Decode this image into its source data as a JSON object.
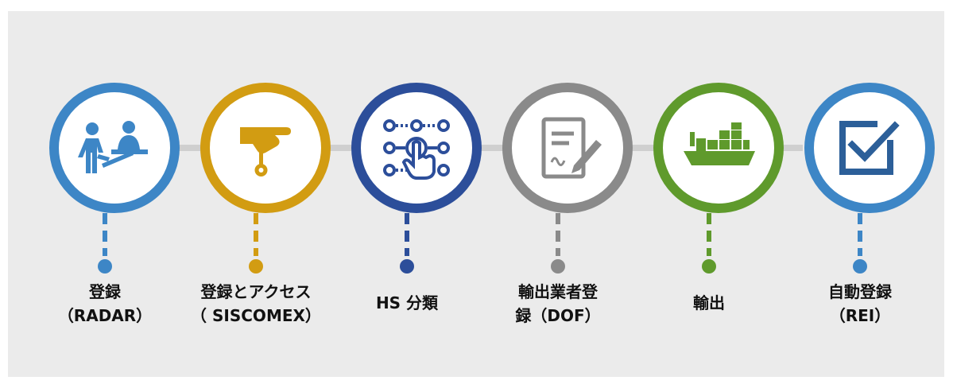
{
  "steps": [
    {
      "id": "radar",
      "line1": "登録",
      "line2": "（RADAR）",
      "color": "#3d86c6",
      "icon": "registration-desk-icon"
    },
    {
      "id": "siscomex",
      "line1": "登録とアクセス",
      "line2": "（ SISCOMEX）",
      "color": "#d29c12",
      "icon": "hand-key-icon"
    },
    {
      "id": "hs",
      "line1": "HS 分類",
      "line2": "",
      "color": "#2c4e9a",
      "icon": "touch-select-icon"
    },
    {
      "id": "dof",
      "line1": "輸出業者登",
      "line2": "録（DOF）",
      "color": "#8a8a8a",
      "icon": "document-sign-icon"
    },
    {
      "id": "export",
      "line1": "輸出",
      "line2": "",
      "color": "#5f9a2c",
      "icon": "cargo-ship-icon"
    },
    {
      "id": "rei",
      "line1": "自動登録",
      "line2": "（REI）",
      "color": "#3d86c6",
      "icon": "checkbox-icon"
    }
  ]
}
